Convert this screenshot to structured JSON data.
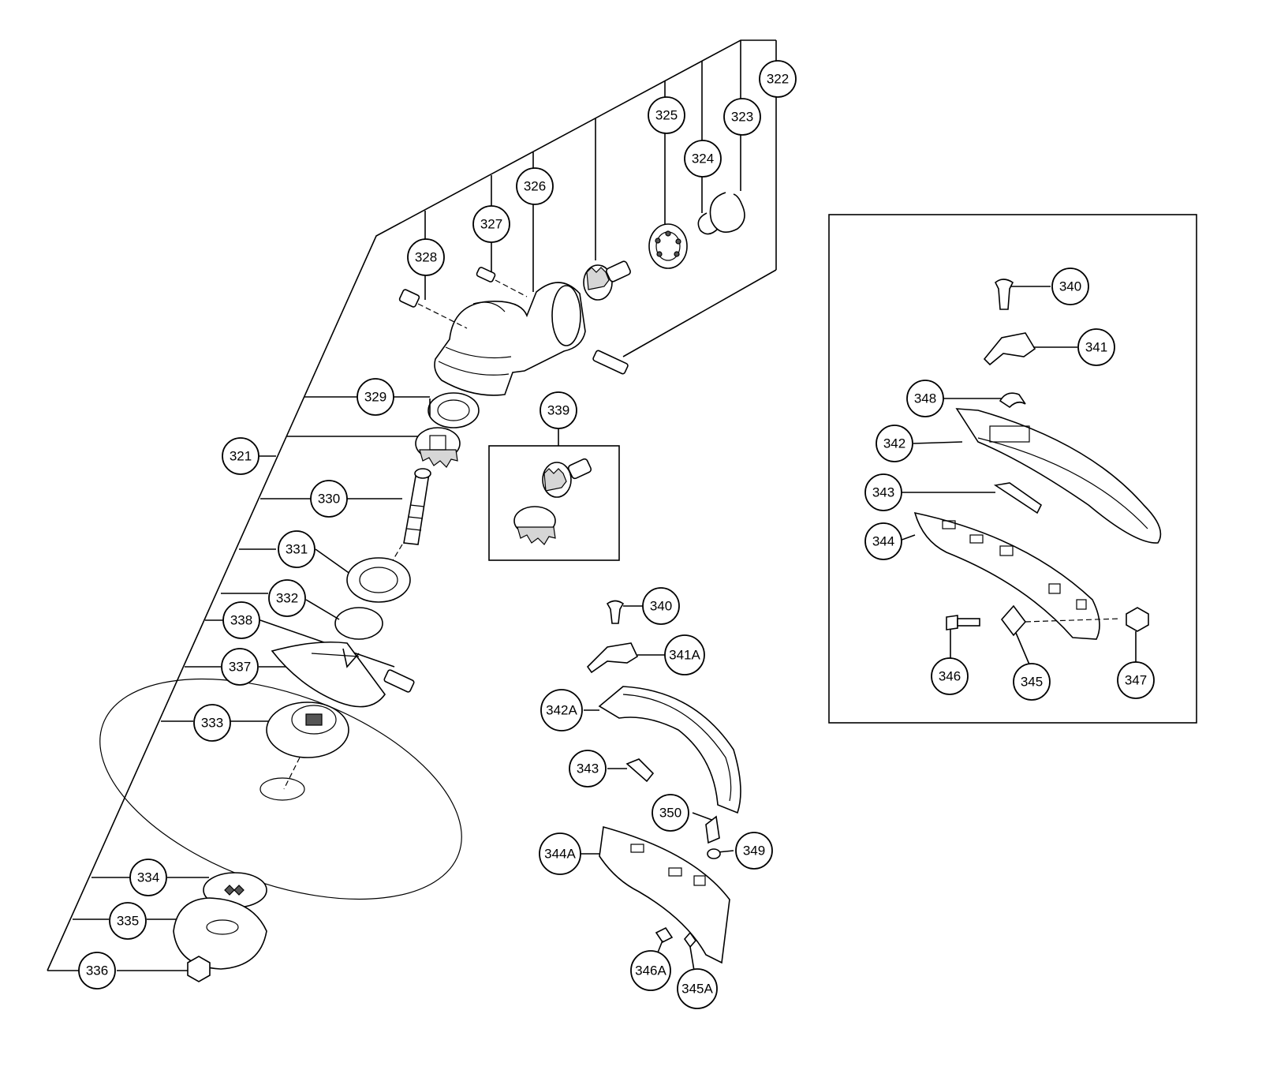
{
  "callouts": {
    "c321": "321",
    "c322": "322",
    "c323": "323",
    "c324": "324",
    "c325": "325",
    "c326": "326",
    "c327": "327",
    "c328": "328",
    "c329": "329",
    "c330": "330",
    "c331": "331",
    "c332": "332",
    "c333": "333",
    "c334": "334",
    "c335": "335",
    "c336": "336",
    "c337": "337",
    "c338": "338",
    "c339": "339",
    "c340a": "340",
    "c340b": "340",
    "c341": "341",
    "c341A": "341A",
    "c342": "342",
    "c342A": "342A",
    "c343a": "343",
    "c343b": "343",
    "c344": "344",
    "c344A": "344A",
    "c345": "345",
    "c345A": "345A",
    "c346": "346",
    "c346A": "346A",
    "c347": "347",
    "c348": "348",
    "c349": "349",
    "c350": "350"
  }
}
